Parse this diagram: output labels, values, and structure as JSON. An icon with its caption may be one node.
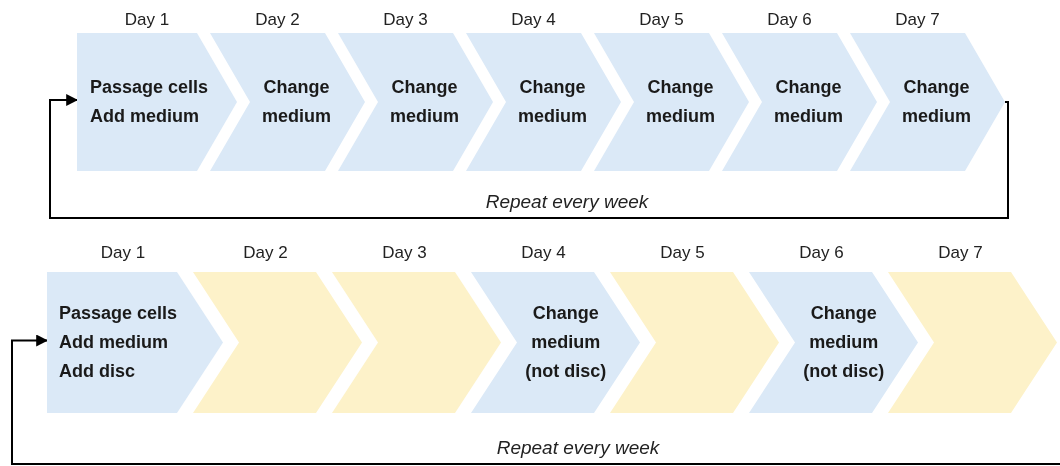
{
  "diagram": {
    "nodes": [
      {
        "text": [
          "Passage cells Add medium"
        ],
        "beside": [
          "Day 1"
        ]
      },
      {
        "text": [
          "Change medium"
        ],
        "beside": [
          "Day 2"
        ]
      },
      {
        "text": [
          "Change medium"
        ],
        "beside": [
          "Day 3"
        ]
      },
      {
        "text": [
          "Change medium"
        ],
        "beside": [
          "Day 4"
        ]
      },
      {
        "text": [
          "Change medium"
        ],
        "beside": [
          "Day 5"
        ]
      },
      {
        "text": [
          "Change medium"
        ],
        "beside": [
          "Day 6"
        ]
      },
      {
        "text": [
          "Change medium"
        ],
        "beside": [
          "Day 7"
        ]
      },
      {
        "text": [
          "Passage cells Add medium Add disc"
        ],
        "beside": [
          "Day 1"
        ]
      },
      {
        "text": [],
        "shape": "chevron",
        "beside": [
          "Day 2"
        ]
      },
      {
        "text": [],
        "shape": "chevron",
        "beside": [
          "Day 3"
        ]
      },
      {
        "text": [
          "Change medium (not disc)"
        ],
        "beside": [
          "Day 4"
        ]
      },
      {
        "text": [],
        "shape": "chevron",
        "beside": [
          "Day 5"
        ]
      },
      {
        "text": [
          "Change medium (not disc)"
        ],
        "beside": [
          "Day 6"
        ]
      },
      {
        "text": [],
        "shape": "chevron",
        "beside": [
          "Day 7"
        ]
      }
    ],
    "edges": [
      {
        "from": 6,
        "to": 0,
        "arrow": "to",
        "label": "Repeat every week"
      },
      {
        "from": null,
        "to": 7,
        "arrow": "to",
        "label": "Repeat every week"
      }
    ]
  }
}
